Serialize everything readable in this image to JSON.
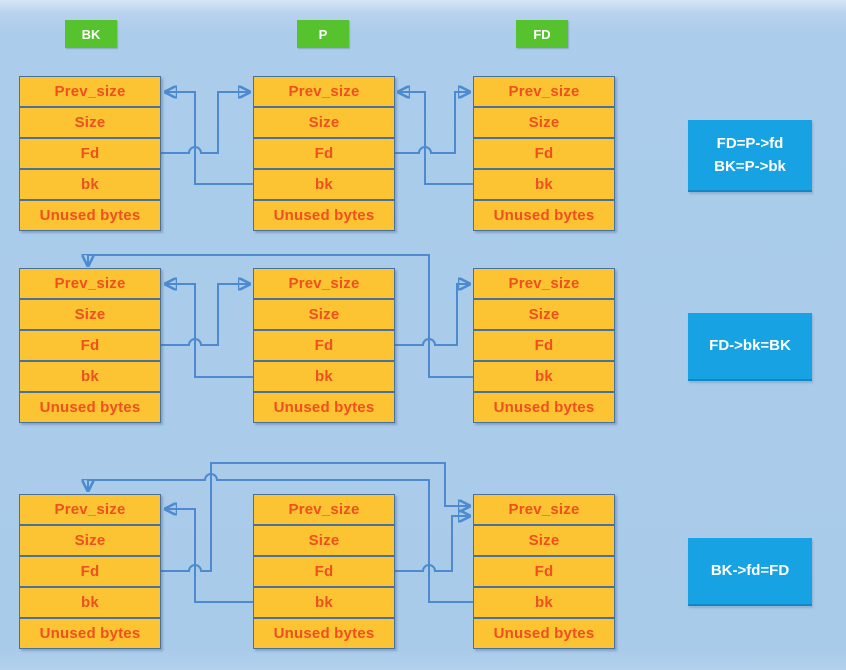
{
  "diagram": {
    "field_labels": [
      "Prev_size",
      "Size",
      "Fd",
      "bk",
      "Unused bytes"
    ],
    "chunk_tags": {
      "bk": "BK",
      "p": "P",
      "fd": "FD"
    },
    "steps": [
      {
        "caption_line1": "FD=P->fd",
        "caption_line2": "BK=P->bk"
      },
      {
        "caption_line1": "FD->bk=BK",
        "caption_line2": ""
      },
      {
        "caption_line1": "BK->fd=FD",
        "caption_line2": ""
      }
    ],
    "colors": {
      "background": "#a9cbea",
      "cell_fill": "#fcc433",
      "cell_border": "#47719e",
      "cell_text": "#f04f1f",
      "tag_fill": "#56c22d",
      "tag_text": "#ffffff",
      "caption_fill": "#17a2e3",
      "caption_text": "#ffffff",
      "arrow": "#4d8bce"
    }
  }
}
